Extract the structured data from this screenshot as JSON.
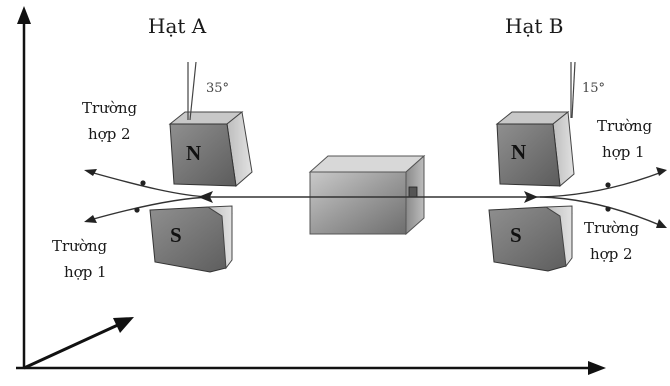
{
  "particles": {
    "a": {
      "title": "Hạt A",
      "angle": "35°"
    },
    "b": {
      "title": "Hạt B",
      "angle": "15°"
    }
  },
  "magnets": {
    "north": "N",
    "south": "S"
  },
  "cases": {
    "case2_left_line1": "Trường",
    "case2_left_line2": "hợp 2",
    "case1_left_line1": "Trường",
    "case1_left_line2": "hợp 1",
    "case1_right_line1": "Trường",
    "case1_right_line2": "hợp 1",
    "case2_right_line1": "Trường",
    "case2_right_line2": "hợp 2"
  }
}
